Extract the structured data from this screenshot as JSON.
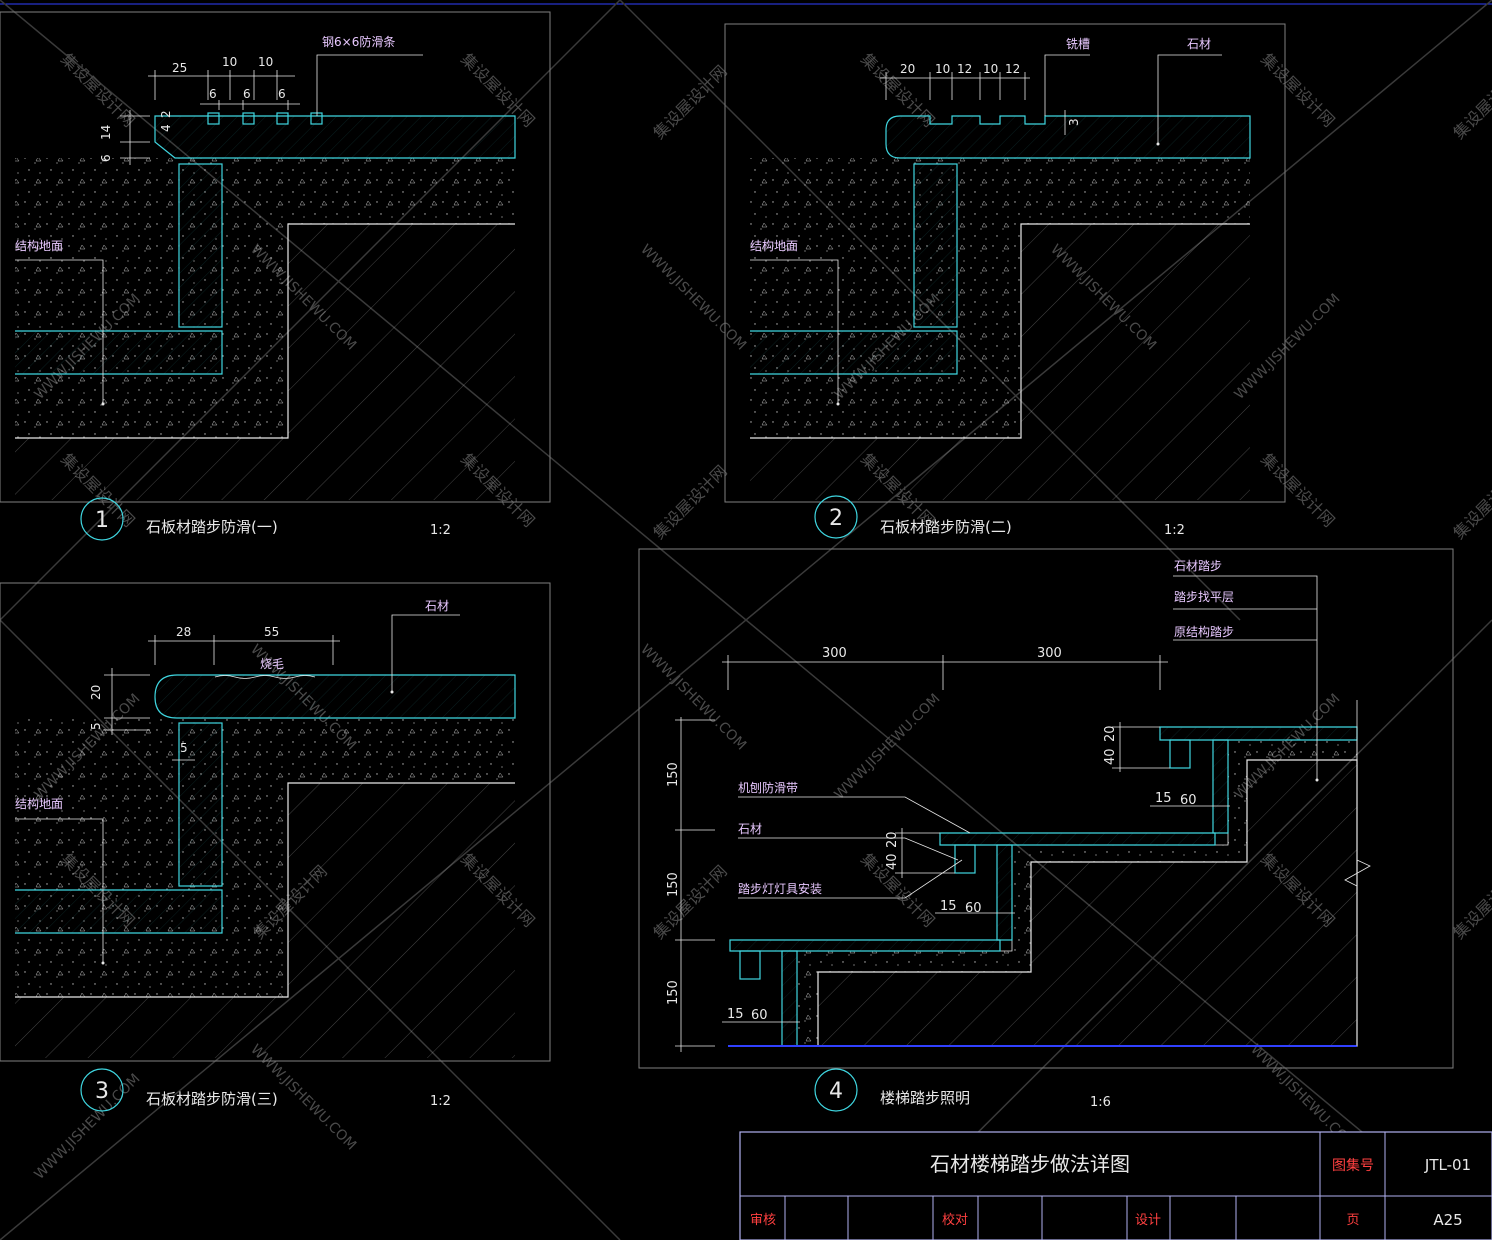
{
  "colors": {
    "background": "#000000",
    "frame": "#7f7f7f",
    "stone": "#3fd6e0",
    "white_line": "#e8e8e8",
    "dim": "#e8e8e8",
    "label": "#e8c8ff",
    "title_red": "#ff4040",
    "watermark": "#3a3a3a",
    "blue_line": "#3040ff"
  },
  "watermark": {
    "cn": "集设屋设计网",
    "en": "WWW.JISHEWU.COM"
  },
  "details": [
    {
      "number": "1",
      "title": "石板材踏步防滑(一)",
      "scale": "1:2",
      "dims_top": [
        "25",
        "10",
        "10"
      ],
      "dims_sub": [
        "6",
        "6",
        "6"
      ],
      "dims_left": [
        "2",
        "4",
        "14",
        "6"
      ],
      "labels": [
        "钢6×6防滑条",
        "结构地面"
      ]
    },
    {
      "number": "2",
      "title": "石板材踏步防滑(二)",
      "scale": "1:2",
      "dims_top": [
        "20",
        "10",
        "12",
        "10",
        "12"
      ],
      "dims_sub": [
        "3"
      ],
      "labels": [
        "铣槽",
        "石材",
        "结构地面"
      ]
    },
    {
      "number": "3",
      "title": "石板材踏步防滑(三)",
      "scale": "1:2",
      "dims_top": [
        "28",
        "55"
      ],
      "dims_left": [
        "20",
        "5",
        "5"
      ],
      "labels": [
        "烧毛",
        "石材",
        "结构地面"
      ]
    },
    {
      "number": "4",
      "title": "楼梯踏步照明",
      "scale": "1:6",
      "dims_top": [
        "300",
        "300"
      ],
      "dims_left": [
        "150",
        "150",
        "150"
      ],
      "dims_step": [
        "40",
        "20",
        "15",
        "60"
      ],
      "labels": [
        "石材踏步",
        "踏步找平层",
        "原结构踏步",
        "机刨防滑带",
        "石材",
        "踏步灯灯具安装"
      ]
    }
  ],
  "title_block": {
    "title": "石材楼梯踏步做法详图",
    "atlas_label": "图集号",
    "atlas_value": "JTL-01",
    "review_label": "审核",
    "check_label": "校对",
    "design_label": "设计",
    "page_label": "页",
    "page_value": "A25"
  }
}
